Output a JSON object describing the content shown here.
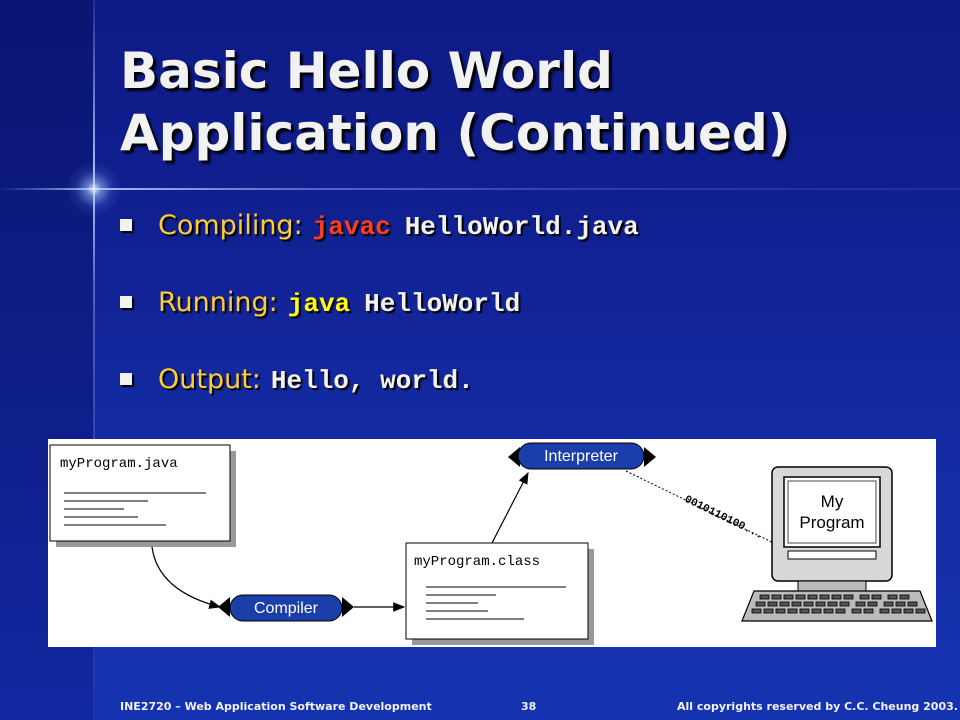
{
  "slide": {
    "title_line1": "Basic Hello World",
    "title_line2": "Application (Continued)",
    "bullets": [
      {
        "label": "Compiling:",
        "code_keyword": "javac",
        "code_rest": "HelloWorld.java"
      },
      {
        "label": "Running:",
        "code_keyword": "java",
        "code_rest": "HelloWorld"
      },
      {
        "label": "Output:",
        "code_keyword": "",
        "code_rest": "Hello, world."
      }
    ]
  },
  "diagram": {
    "source_file": "myProgram.java",
    "compiler_label": "Compiler",
    "class_file": "myProgram.class",
    "interpreter_label": "Interpreter",
    "bits_text": "0010110100...",
    "screen_text_line1": "My",
    "screen_text_line2": "Program"
  },
  "footer": {
    "course": "INE2720 – Web Application Software Development",
    "page_number": "38",
    "copyright": "All copyrights reserved by C.C. Cheung 2003."
  },
  "colors": {
    "background": "#1329a0",
    "title": "#f2f2f2",
    "bullet_label": "#ffcc33",
    "keyword_javac": "#ff3c1e",
    "keyword_java": "#ffff00",
    "diagram_pill": "#1a3faa"
  }
}
